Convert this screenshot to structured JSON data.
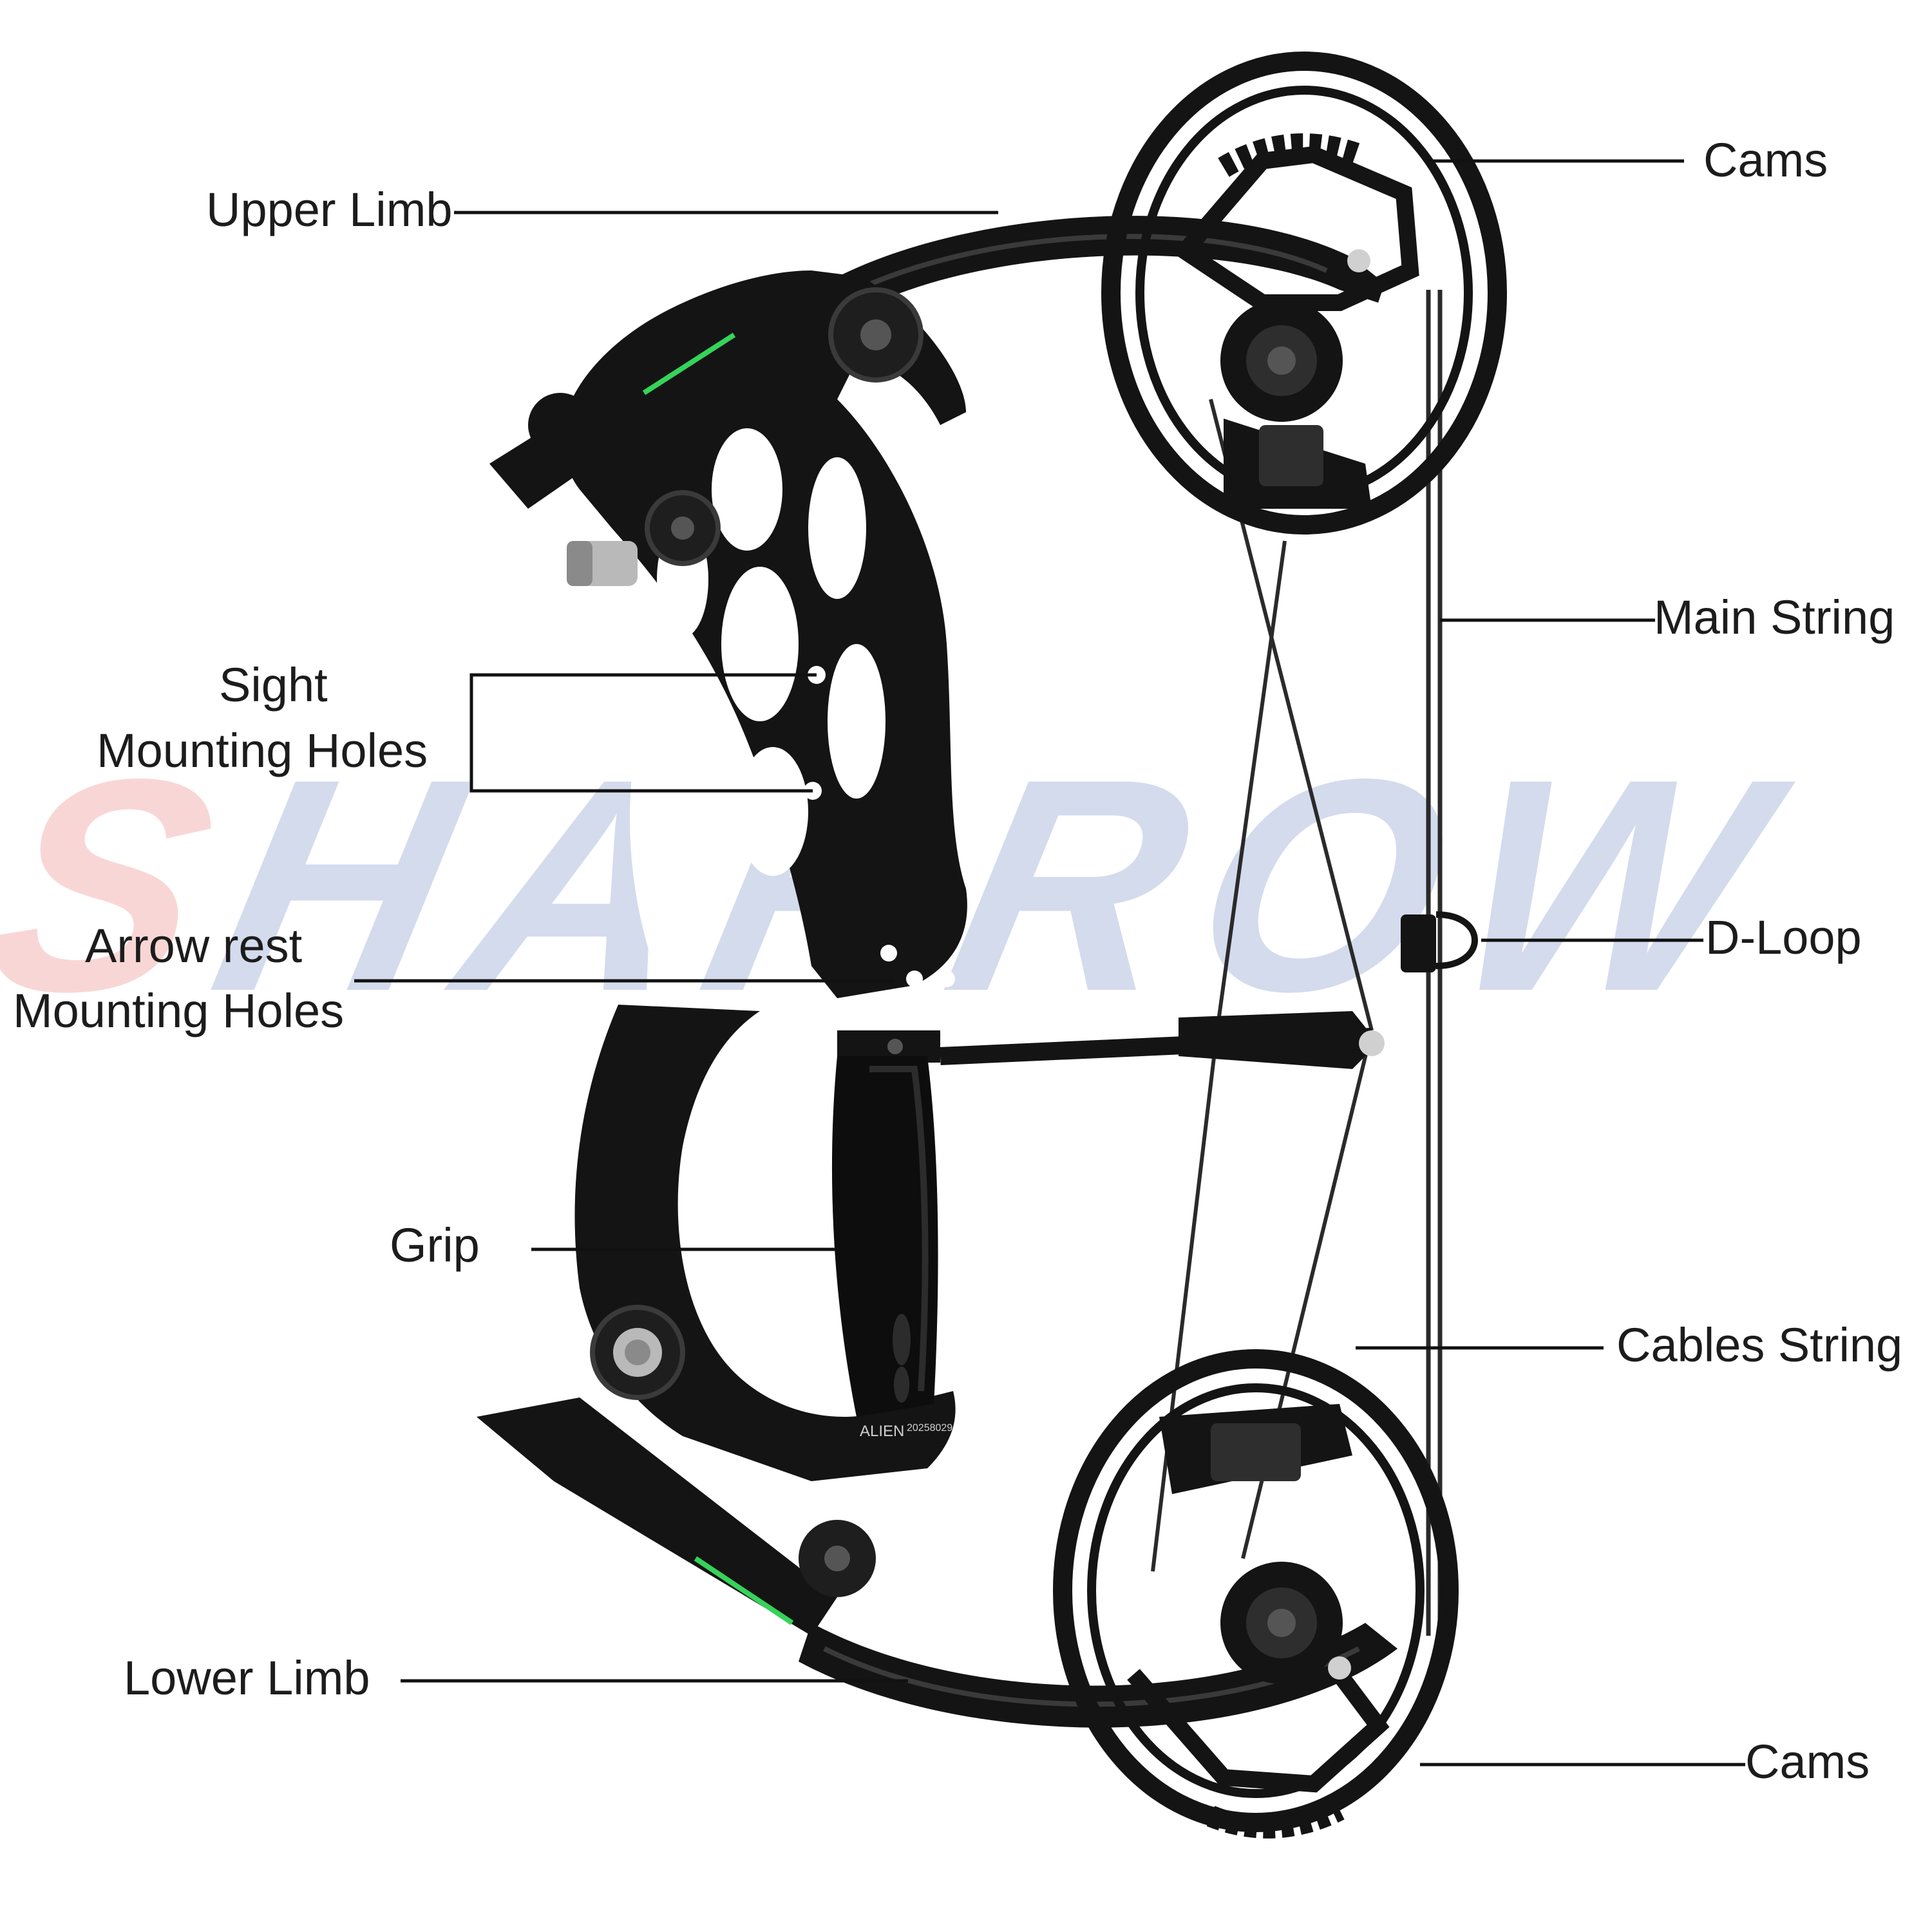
{
  "watermark": {
    "text_first": "S",
    "text_rest": "HARROW",
    "first_color": "#e84b4b",
    "rest_color": "#3f5fb0"
  },
  "colors": {
    "bow_body": "#141414",
    "highlight": "#3a3a3a",
    "accent_green": "#35d35a",
    "leader_line": "#111111"
  },
  "labels": {
    "upper_limb": "Upper Limb",
    "sight_line1": "Sight",
    "sight_line2": "Mounting Holes",
    "arrow_rest_line1": "Arrow rest",
    "arrow_rest_line2": "Mounting Holes",
    "grip": "Grip",
    "lower_limb": "Lower Limb",
    "cams_top": "Cams",
    "main_string": "Main String",
    "d_loop": "D-Loop",
    "cables_string": "Cables String",
    "cams_bottom": "Cams"
  },
  "riser_stamp": {
    "model": "ALIEN",
    "serial": "20258029"
  }
}
